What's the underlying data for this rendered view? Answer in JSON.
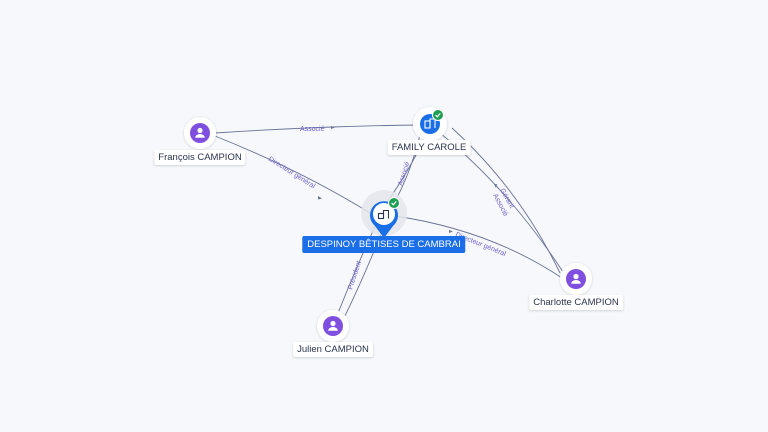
{
  "nodes": {
    "francois": {
      "label": "François CAMPION",
      "kind": "person",
      "icon": "person-icon"
    },
    "family": {
      "label": "FAMILY CAROLE",
      "kind": "company",
      "icon": "building-icon",
      "verified": true
    },
    "despinoy": {
      "label": "DESPINOY BÊTISES DE CAMBRAI",
      "kind": "company-primary",
      "icon": "building-icon",
      "verified": true
    },
    "charlotte": {
      "label": "Charlotte CAMPION",
      "kind": "person",
      "icon": "person-icon"
    },
    "julien": {
      "label": "Julien CAMPION",
      "kind": "person",
      "icon": "person-icon"
    }
  },
  "edges": {
    "francois_family": "Associé",
    "francois_despinoy": "Directeur général",
    "family_despinoy": "Associé",
    "family_charlotte_1": "Gérant",
    "family_charlotte_2": "Associé",
    "despinoy_charlotte": "Directeur général",
    "julien_despinoy": "Président"
  },
  "colors": {
    "edge": "#6b7396",
    "edge_label": "#6b61c7",
    "person": "#7f4fe0",
    "company": "#1a6ee8",
    "verified": "#1e9e53"
  }
}
